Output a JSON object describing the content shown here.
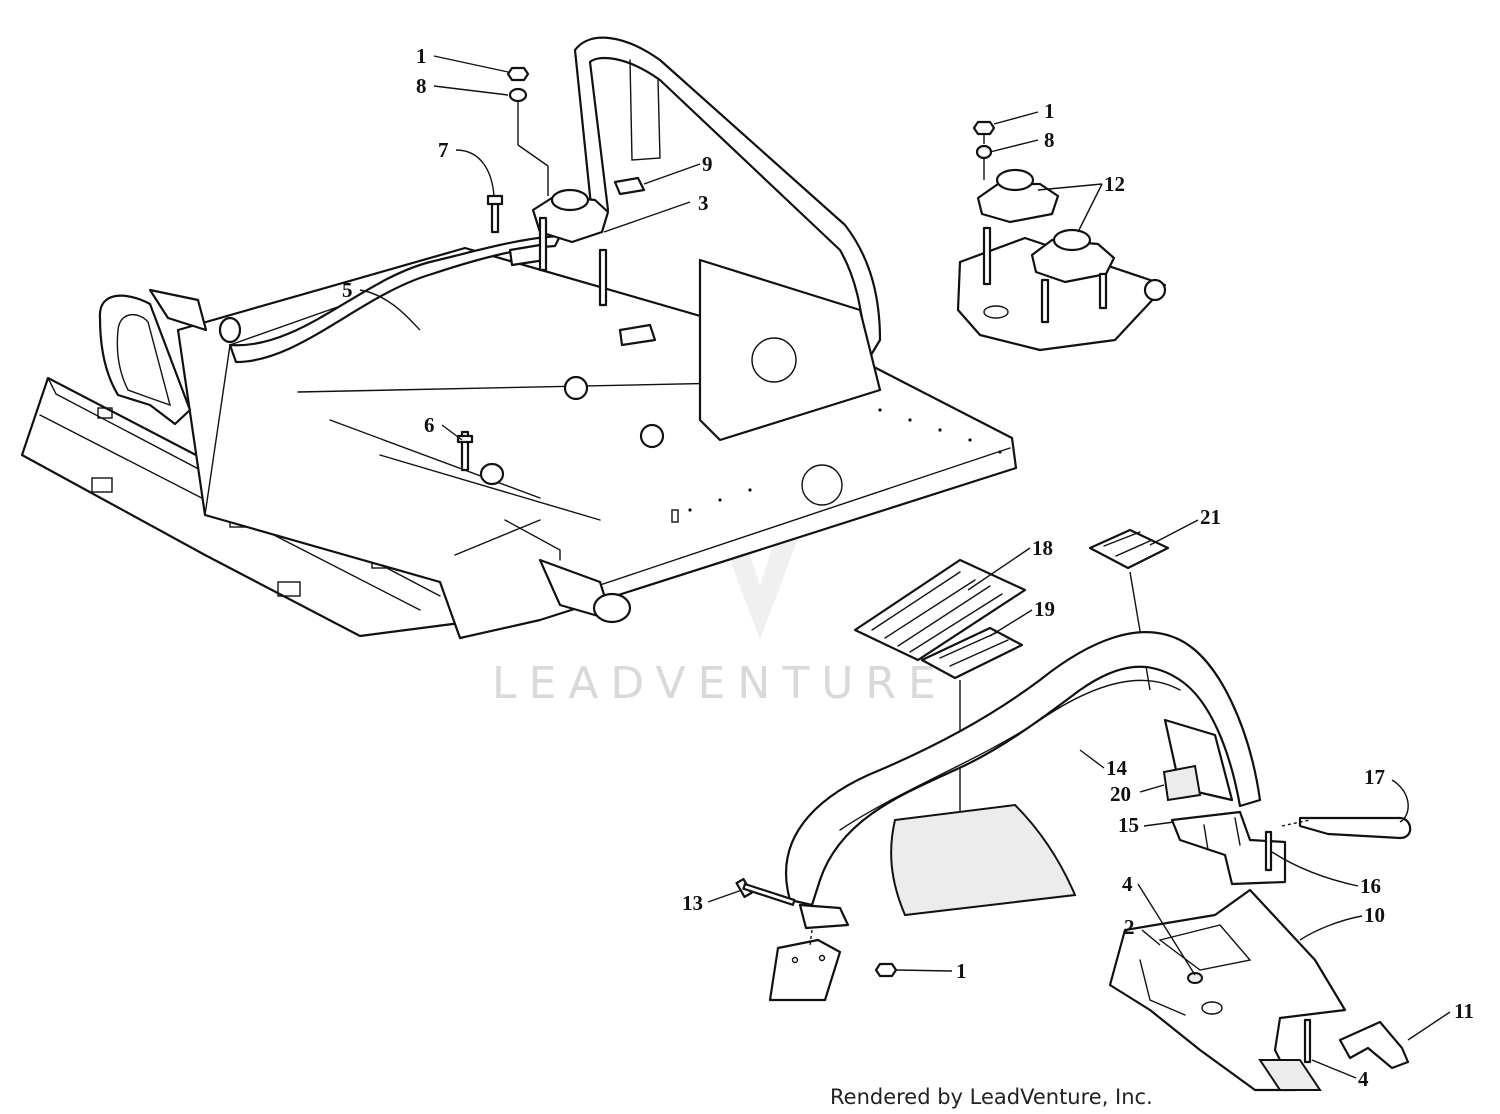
{
  "watermark": {
    "text": "LEADVENTURE"
  },
  "footer": {
    "text": "Rendered by LeadVenture, Inc."
  },
  "callouts": [
    {
      "id": "c1a",
      "label": "1"
    },
    {
      "id": "c8a",
      "label": "8"
    },
    {
      "id": "c7",
      "label": "7"
    },
    {
      "id": "c9",
      "label": "9"
    },
    {
      "id": "c3",
      "label": "3"
    },
    {
      "id": "c5",
      "label": "5"
    },
    {
      "id": "c6",
      "label": "6"
    },
    {
      "id": "c1b",
      "label": "1"
    },
    {
      "id": "c8b",
      "label": "8"
    },
    {
      "id": "c12",
      "label": "12"
    },
    {
      "id": "c21",
      "label": "21"
    },
    {
      "id": "c18",
      "label": "18"
    },
    {
      "id": "c19",
      "label": "19"
    },
    {
      "id": "c14",
      "label": "14"
    },
    {
      "id": "c20",
      "label": "20"
    },
    {
      "id": "c15",
      "label": "15"
    },
    {
      "id": "c17",
      "label": "17"
    },
    {
      "id": "c16",
      "label": "16"
    },
    {
      "id": "c13",
      "label": "13"
    },
    {
      "id": "c1c",
      "label": "1"
    },
    {
      "id": "c4a",
      "label": "4"
    },
    {
      "id": "c2",
      "label": "2"
    },
    {
      "id": "c10",
      "label": "10"
    },
    {
      "id": "c11",
      "label": "11"
    },
    {
      "id": "c4b",
      "label": "4"
    }
  ]
}
